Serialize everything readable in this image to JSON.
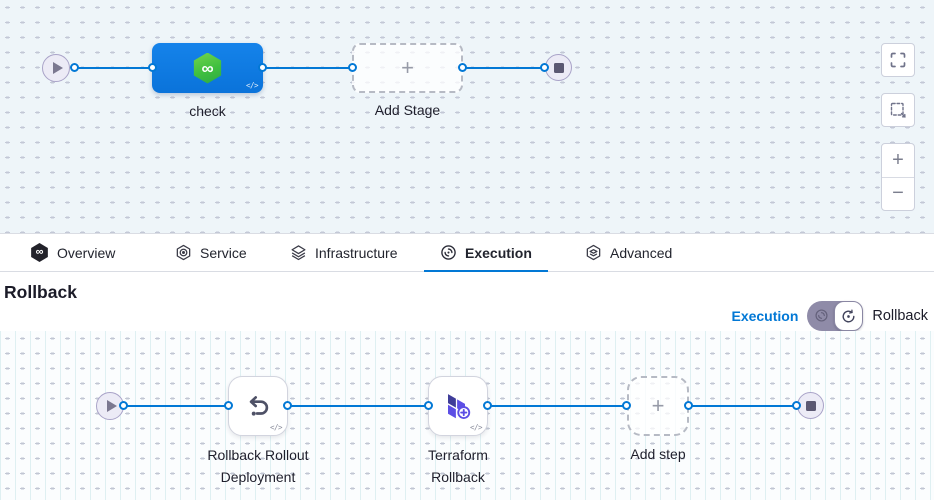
{
  "colors": {
    "accent_blue": "#0278d5",
    "node_blue": "#0d7ee2",
    "harness_green": "#3fbf3f",
    "terraform_purple": "#5c4ee5"
  },
  "glyphs": {
    "infinity": "∞",
    "plus": "+",
    "minus": "−",
    "code": "</>"
  },
  "top_canvas": {
    "stage": {
      "label": "check"
    },
    "add_stage": {
      "label": "Add Stage"
    }
  },
  "tabs": [
    {
      "label": "Overview"
    },
    {
      "label": "Service"
    },
    {
      "label": "Infrastructure"
    },
    {
      "label": "Execution"
    },
    {
      "label": "Advanced"
    }
  ],
  "header": {
    "title": "Rollback",
    "toggle_left": "Execution",
    "toggle_right": "Rollback"
  },
  "bottom_canvas": {
    "step1": {
      "line1": "Rollback Rollout",
      "line2": "Deployment"
    },
    "step2": {
      "line1": "Terraform",
      "line2": "Rollback"
    },
    "add_step": {
      "label": "Add step"
    }
  }
}
